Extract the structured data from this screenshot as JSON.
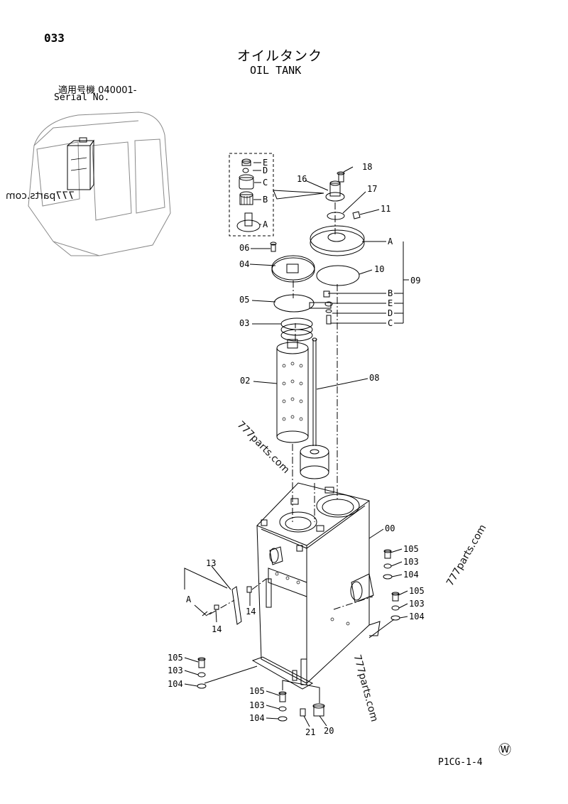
{
  "header": {
    "page_number": "033",
    "title_jp": "オイルタンク",
    "title_en": "OIL TANK",
    "serial_label_jp": "適用号機 040001-",
    "serial_label_en": "Serial No."
  },
  "footer": {
    "figure_code": "P1CG-1-4",
    "mark": "Ⓦ"
  },
  "watermarks": [
    "777parts.com",
    "777parts.com",
    "777parts.com",
    "777parts.com"
  ],
  "callouts": {
    "c18": "18",
    "c16": "16",
    "c17": "17",
    "c11": "11",
    "c06": "06",
    "c04": "04",
    "c10": "10",
    "c05": "05",
    "c03": "03",
    "c02": "02",
    "c08": "08",
    "c09": "09",
    "c00": "00",
    "c13": "13",
    "c14a": "14",
    "c14b": "14",
    "c105a": "105",
    "c103a": "103",
    "c104a": "104",
    "c105b": "105",
    "c103b": "103",
    "c104b": "104",
    "c105c": "105",
    "c103c": "103",
    "c104c": "104",
    "c105d": "105",
    "c103d": "103",
    "c104d": "104",
    "c21": "21",
    "c20": "20",
    "kitA": "A",
    "kitB": "B",
    "kitC": "C",
    "kitD": "D",
    "kitE": "E",
    "refA": "A",
    "refB": "B",
    "refE": "E",
    "refD": "D",
    "refC": "C",
    "viewA": "A"
  }
}
